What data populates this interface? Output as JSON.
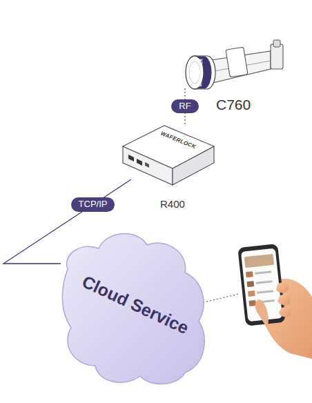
{
  "diagram": {
    "nodes": [
      {
        "text": [
          "WAFERLOCK",
          "C760"
        ]
      },
      {
        "text": [
          "WAFERLOCK",
          "R400"
        ]
      },
      {
        "text": [
          "Cloud Service"
        ]
      }
    ],
    "edges": [
      {
        "from": 0,
        "to": 1,
        "arrow": "none",
        "label": "RF"
      },
      {
        "from": 1,
        "to": 2,
        "arrow": "none",
        "label": "TCP/IP"
      }
    ]
  }
}
